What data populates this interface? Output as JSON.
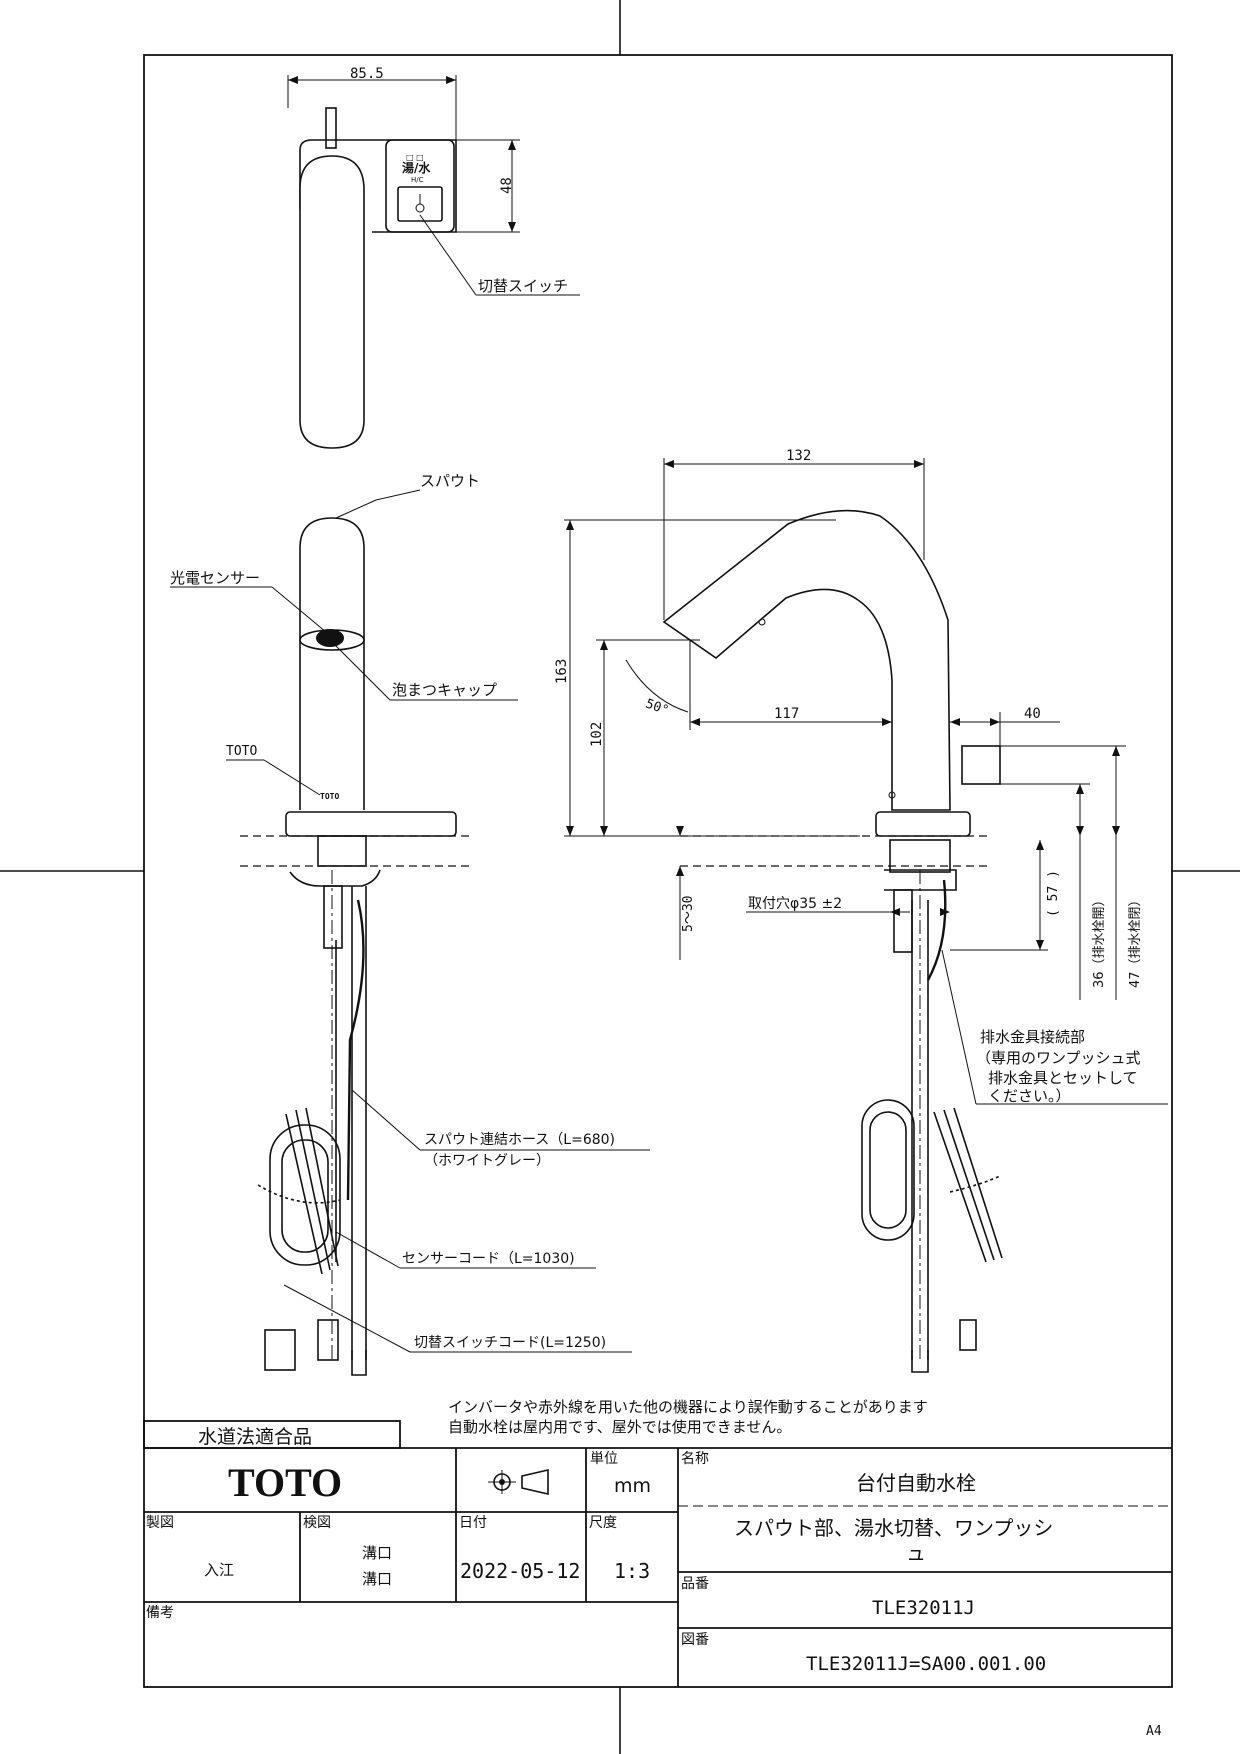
{
  "top_view": {
    "dim_width": "85.5",
    "dim_height": "48",
    "switch_panel_label": "湯/水",
    "switch_panel_sub": "H/C",
    "callout_switch": "切替スイッチ"
  },
  "front_view": {
    "callout_spout": "スパウト",
    "callout_sensor": "光電センサー",
    "callout_cap": "泡まつキャップ",
    "callout_toto": "TOTO",
    "logo_on_body": "TOTO",
    "callout_hose_1": "スパウト連結ホース（L=680)",
    "callout_hose_2": "（ホワイトグレー）",
    "callout_sensor_cord": "センサーコード（L=1030)",
    "callout_switch_cord": "切替スイッチコード(L=1250)"
  },
  "side_view": {
    "dim_132": "132",
    "dim_163": "163",
    "dim_102": "102",
    "dim_117": "117",
    "dim_40": "40",
    "dim_angle": "50°",
    "dim_5_30": "5～30",
    "dim_hole": "取付穴φ35 ±2",
    "dim_57": "( 57 )",
    "dim_36": "36（排水栓開）",
    "dim_47": "47（排水栓閉）",
    "drain_note_1": "排水金具接続部",
    "drain_note_2": "（専用のワンプッシュ式",
    "drain_note_3": "排水金具とセットして",
    "drain_note_4": "ください。）"
  },
  "notes": {
    "line1": "インバータや赤外線を用いた他の機器により誤作動することがあります",
    "line2": "自動水栓は屋内用です、屋外では使用できません。"
  },
  "title_block": {
    "compliance": "水道法適合品",
    "brand": "TOTO",
    "unit_label": "単位",
    "unit_value": "mm",
    "name_label": "名称",
    "name_value": "台付自動水栓",
    "desc_value_1": "スパウト部、湯水切替、ワンプッシ",
    "desc_value_2": "ュ",
    "drawn_label": "製図",
    "drawn_value": "入江",
    "checked_label": "検図",
    "checked_value_1": "溝口",
    "checked_value_2": "溝口",
    "date_label": "日付",
    "date_value": "2022-05-12",
    "scale_label": "尺度",
    "scale_value": "1:3",
    "part_no_label": "品番",
    "part_no_value": "TLE32011J",
    "remarks_label": "備考",
    "drawing_no_label": "図番",
    "drawing_no_value": "TLE32011J=SA00.001.00"
  },
  "sheet_size": "A4"
}
